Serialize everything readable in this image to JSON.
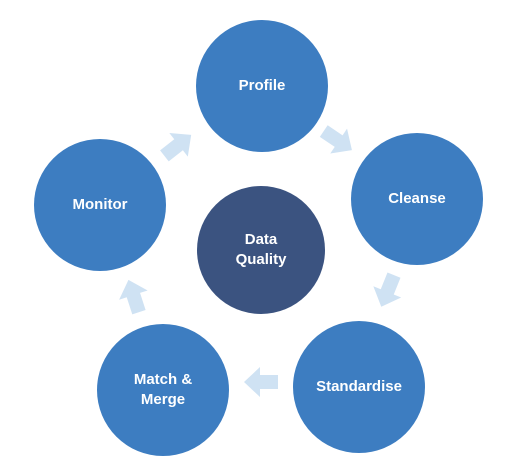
{
  "cycle": {
    "center_label": "Data\nQuality",
    "steps": [
      {
        "label": "Profile"
      },
      {
        "label": "Cleanse"
      },
      {
        "label": "Standardise"
      },
      {
        "label": "Match &\nMerge"
      },
      {
        "label": "Monitor"
      }
    ]
  },
  "colors": {
    "outer_circle": "#3d7dc1",
    "center_circle": "#3b5380",
    "arrow": "#cfe2f3",
    "text": "#ffffff"
  },
  "icons": {
    "arrow": "block-arrow-icon"
  }
}
